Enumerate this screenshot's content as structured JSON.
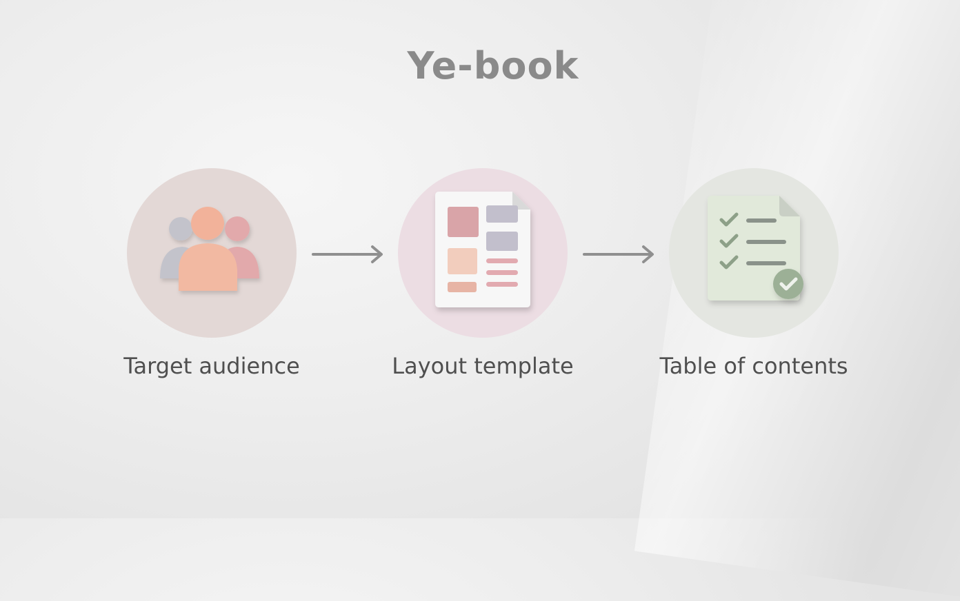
{
  "title": "Ye-book",
  "steps": [
    {
      "label": "Target audience",
      "icon": "people-icon",
      "circle_color": "#e3d8d6"
    },
    {
      "label": "Layout template",
      "icon": "document-layout-icon",
      "circle_color": "#ecdde3"
    },
    {
      "label": "Table of contents",
      "icon": "checklist-document-icon",
      "circle_color": "#e4e6e1"
    }
  ],
  "colors": {
    "title": "#8a8a8a",
    "label": "#4f4f4f",
    "arrow": "#8f8f8f"
  }
}
